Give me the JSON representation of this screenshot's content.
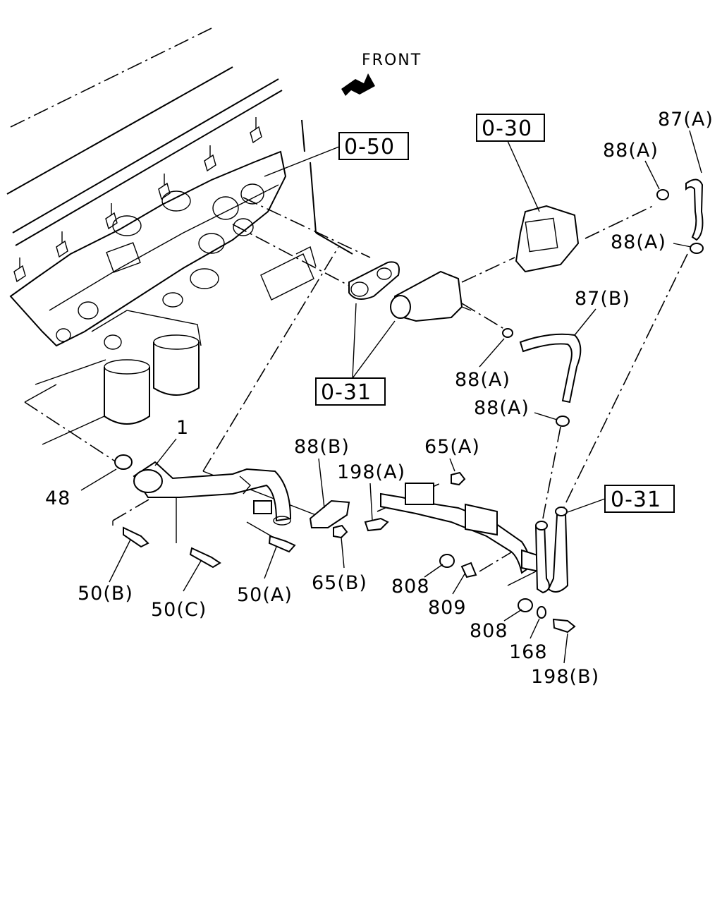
{
  "diagram": {
    "front_label": "FRONT",
    "references": [
      "0-50",
      "0-30",
      "0-31",
      "0-31"
    ],
    "labels": {
      "p87a": "87(A)",
      "p88a_1": "88(A)",
      "p88a_2": "88(A)",
      "p87b": "87(B)",
      "p88a_3": "88(A)",
      "p88a_4": "88(A)",
      "p1": "1",
      "p48": "48",
      "p88b": "88(B)",
      "p65a": "65(A)",
      "p198a": "198(A)",
      "p50b": "50(B)",
      "p50c": "50(C)",
      "p50a": "50(A)",
      "p65b": "65(B)",
      "p808_1": "808",
      "p809": "809",
      "p808_2": "808",
      "p168": "168",
      "p198b": "198(B)"
    }
  }
}
